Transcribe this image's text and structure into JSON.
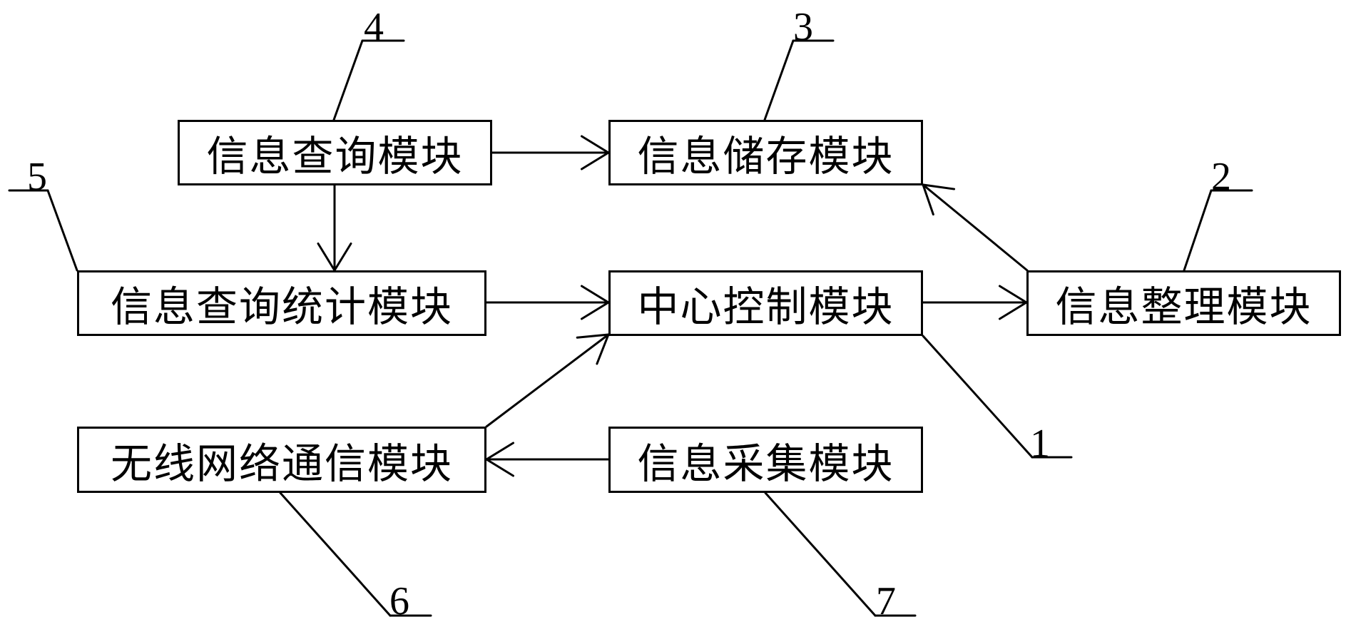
{
  "diagram": {
    "title": "",
    "modules": [
      {
        "ref": "1",
        "label": "中心控制模块"
      },
      {
        "ref": "2",
        "label": "信息整理模块"
      },
      {
        "ref": "3",
        "label": "信息储存模块"
      },
      {
        "ref": "4",
        "label": "信息查询模块"
      },
      {
        "ref": "5",
        "label": "信息查询统计模块"
      },
      {
        "ref": "6",
        "label": "无线网络通信模块"
      },
      {
        "ref": "7",
        "label": "信息采集模块"
      }
    ],
    "connections": [
      {
        "from": "4",
        "to": "3"
      },
      {
        "from": "4",
        "to": "5"
      },
      {
        "from": "5",
        "to": "1"
      },
      {
        "from": "1",
        "to": "2"
      },
      {
        "from": "2",
        "to": "3"
      },
      {
        "from": "6",
        "to": "1"
      },
      {
        "from": "7",
        "to": "6"
      }
    ],
    "colors": {
      "stroke": "#000000",
      "background": "#ffffff"
    }
  }
}
